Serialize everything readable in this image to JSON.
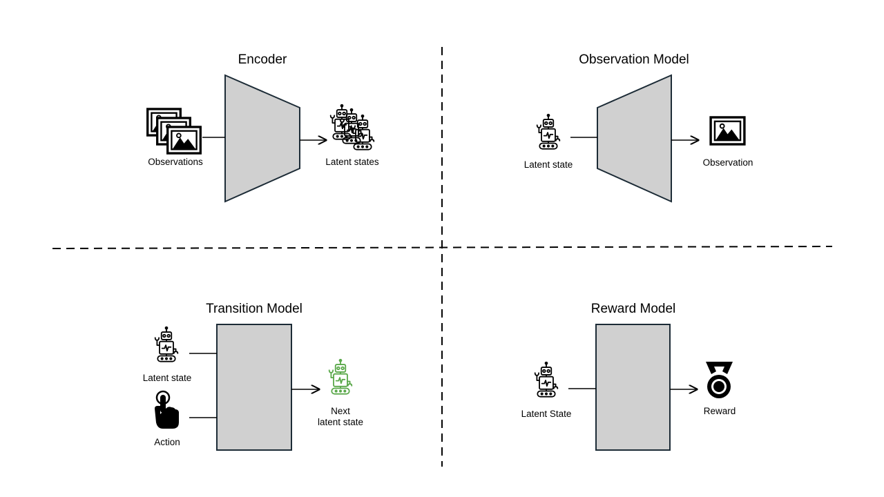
{
  "quadrants": {
    "encoder": {
      "title": "Encoder",
      "input_label": "Observations",
      "output_label": "Latent states"
    },
    "observation_model": {
      "title": "Observation Model",
      "input_label": "Latent state",
      "output_label": "Observation"
    },
    "transition_model": {
      "title": "Transition Model",
      "input_state_label": "Latent state",
      "input_action_label": "Action",
      "output_label_line1": "Next",
      "output_label_line2": "latent state"
    },
    "reward_model": {
      "title": "Reward Model",
      "input_label": "Latent State",
      "output_label": "Reward"
    }
  },
  "colors": {
    "box_fill": "#d0d0d0",
    "box_stroke": "#1c2b36",
    "next_state_icon": "#5aa84a",
    "divider": "#000000"
  },
  "icons": {
    "observations": "image-stack-icon",
    "latent_state": "robot-icon",
    "observation": "image-icon",
    "action": "pointer-hand-icon",
    "reward": "medal-icon"
  }
}
